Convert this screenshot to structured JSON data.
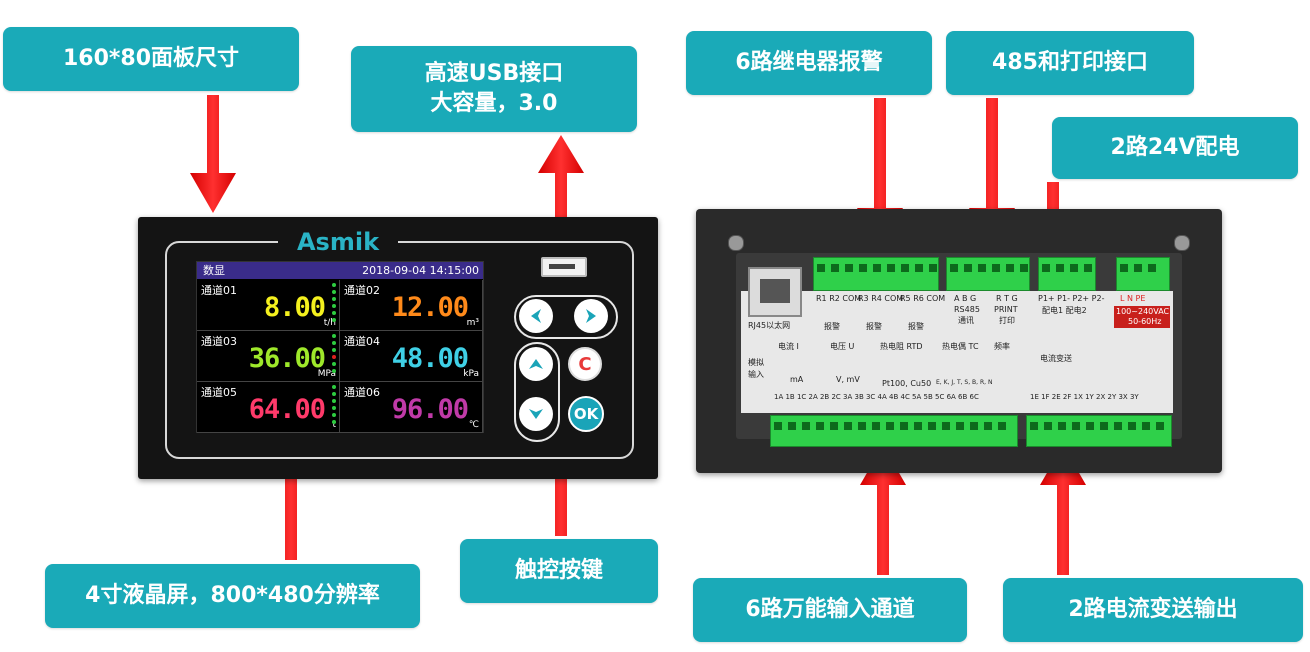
{
  "labels": {
    "panel_size": "160*80面板尺寸",
    "usb_line1": "高速USB接口",
    "usb_line2": "大容量，3.0",
    "relay": "6路继电器报警",
    "rs485": "485和打印接口",
    "power24": "2路24V配电",
    "lcd": "4寸液晶屏，800*480分辨率",
    "touch": "触控按键",
    "inputs": "6路万能输入通道",
    "outputs": "2路电流变送输出"
  },
  "front": {
    "brand": "Asmik",
    "screen": {
      "title": "数显",
      "datetime": "2018-09-04 14:15:00",
      "channels": [
        {
          "name": "通道01",
          "value": "8.00",
          "unit": "t/h",
          "color": "#f4f01e"
        },
        {
          "name": "通道02",
          "value": "12.00",
          "unit": "m³",
          "color": "#ff8a1a"
        },
        {
          "name": "通道03",
          "value": "36.00",
          "unit": "MPa",
          "color": "#9ee82a"
        },
        {
          "name": "通道04",
          "value": "48.00",
          "unit": "kPa",
          "color": "#3fd0e6"
        },
        {
          "name": "通道05",
          "value": "64.00",
          "unit": "t",
          "color": "#ff3a6a"
        },
        {
          "name": "通道06",
          "value": "96.00",
          "unit": "℃",
          "color": "#c03aa8"
        }
      ]
    },
    "buttons": {
      "c": "C",
      "ok": "OK"
    }
  },
  "back": {
    "rj45": "RJ45以太网",
    "relay_terms": [
      "R1 R2 COM",
      "R3 R4 COM",
      "R5 R6 COM"
    ],
    "alarm": "报警",
    "rs485_terms": "A B G",
    "rs485_label": "RS485",
    "comm": "通讯",
    "print_terms": "R T G",
    "print_label": "PRINT",
    "print_cn": "打印",
    "power_terms": "P1+ P1- P2+ P2-",
    "power_labels": "配电1  配电2",
    "lnpe": "L  N  PE",
    "voltage": "100~240VAC",
    "freq": "50-60Hz",
    "in_types": [
      "电流 I",
      "电压 U",
      "热电阻 RTD",
      "热电偶 TC",
      "频率"
    ],
    "analog_in": "模拟",
    "analog_in2": "输入",
    "unit_ma": "mA",
    "unit_vmv": "V, mV",
    "pt": "Pt100, Cu50",
    "tc": "E, K, J, T, S, B, R, N",
    "current_out": "电流变送",
    "bottom_terms": "1A 1B 1C 2A 2B 2C 3A 3B 3C 4A 4B 4C 5A 5B 5C 6A 6B 6C",
    "bottom_terms2": "1E 1F 2E 2F 1X 1Y 2X 2Y 3X 3Y"
  },
  "colors": {
    "label_bg": "#1aaab8",
    "arrow": "#ff1a1a",
    "terminal": "#2fd04a"
  }
}
